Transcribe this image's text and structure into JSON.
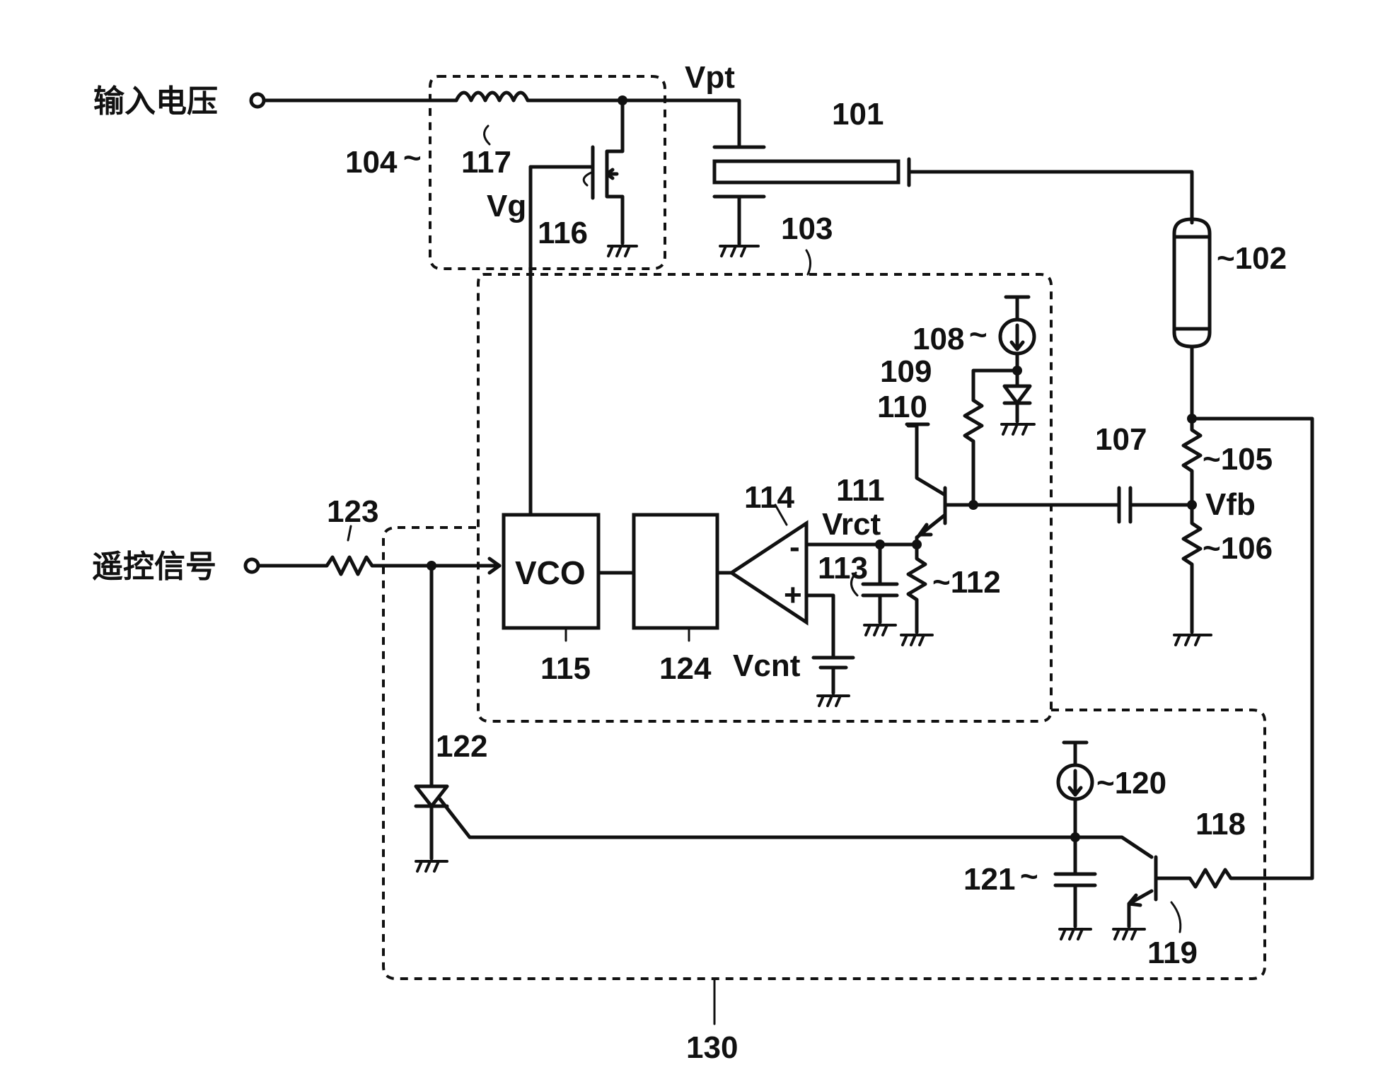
{
  "inputs": {
    "input_voltage": "输入电压",
    "remote_signal": "遥控信号"
  },
  "nodes": {
    "vpt": "Vpt",
    "vg": "Vg",
    "vrct": "Vrct",
    "vfb": "Vfb",
    "vcnt": "Vcnt"
  },
  "blocks": {
    "vco": "VCO"
  },
  "refs": {
    "r101": "101",
    "r102": "~102",
    "r103": "103",
    "r104": "104",
    "r105": "~105",
    "r106": "~106",
    "r107": "107",
    "r108": "108",
    "r109": "109",
    "r110": "110",
    "r111": "111",
    "r112": "~112",
    "r113": "113",
    "r114": "114",
    "r115": "115",
    "r116": "116",
    "r117": "117",
    "r118": "118",
    "r119": "119",
    "r120": "~120",
    "r121": "121",
    "r122": "122",
    "r123": "123",
    "r124": "124",
    "r130": "130"
  }
}
